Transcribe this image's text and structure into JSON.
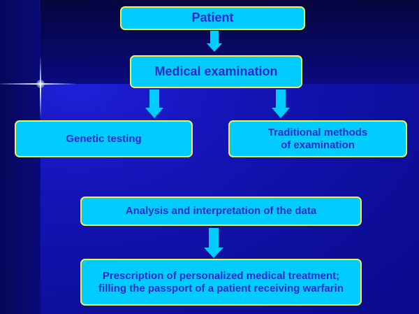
{
  "diagram": {
    "nodes": {
      "patient": {
        "label": "Patient"
      },
      "medical_examination": {
        "label": "Medical examination"
      },
      "genetic_testing": {
        "label": "Genetic testing"
      },
      "traditional_methods": {
        "line1": "Traditional methods",
        "line2": "of examination"
      },
      "analysis": {
        "label": "Analysis and interpretation of the data"
      },
      "prescription": {
        "line1": "Prescription of personalized medical treatment;",
        "line2": "filling the passport of a patient receiving warfarin"
      }
    },
    "edges": [
      {
        "from": "patient",
        "to": "medical_examination"
      },
      {
        "from": "medical_examination",
        "to": "genetic_testing"
      },
      {
        "from": "medical_examination",
        "to": "traditional_methods"
      },
      {
        "from": "analysis",
        "to": "prescription"
      }
    ],
    "colors": {
      "box_fill": "#00ccff",
      "box_border": "#f2f24a",
      "box_text": "#2a2acc",
      "background": "#0b0b8c",
      "arrow": "#00ccff"
    }
  }
}
